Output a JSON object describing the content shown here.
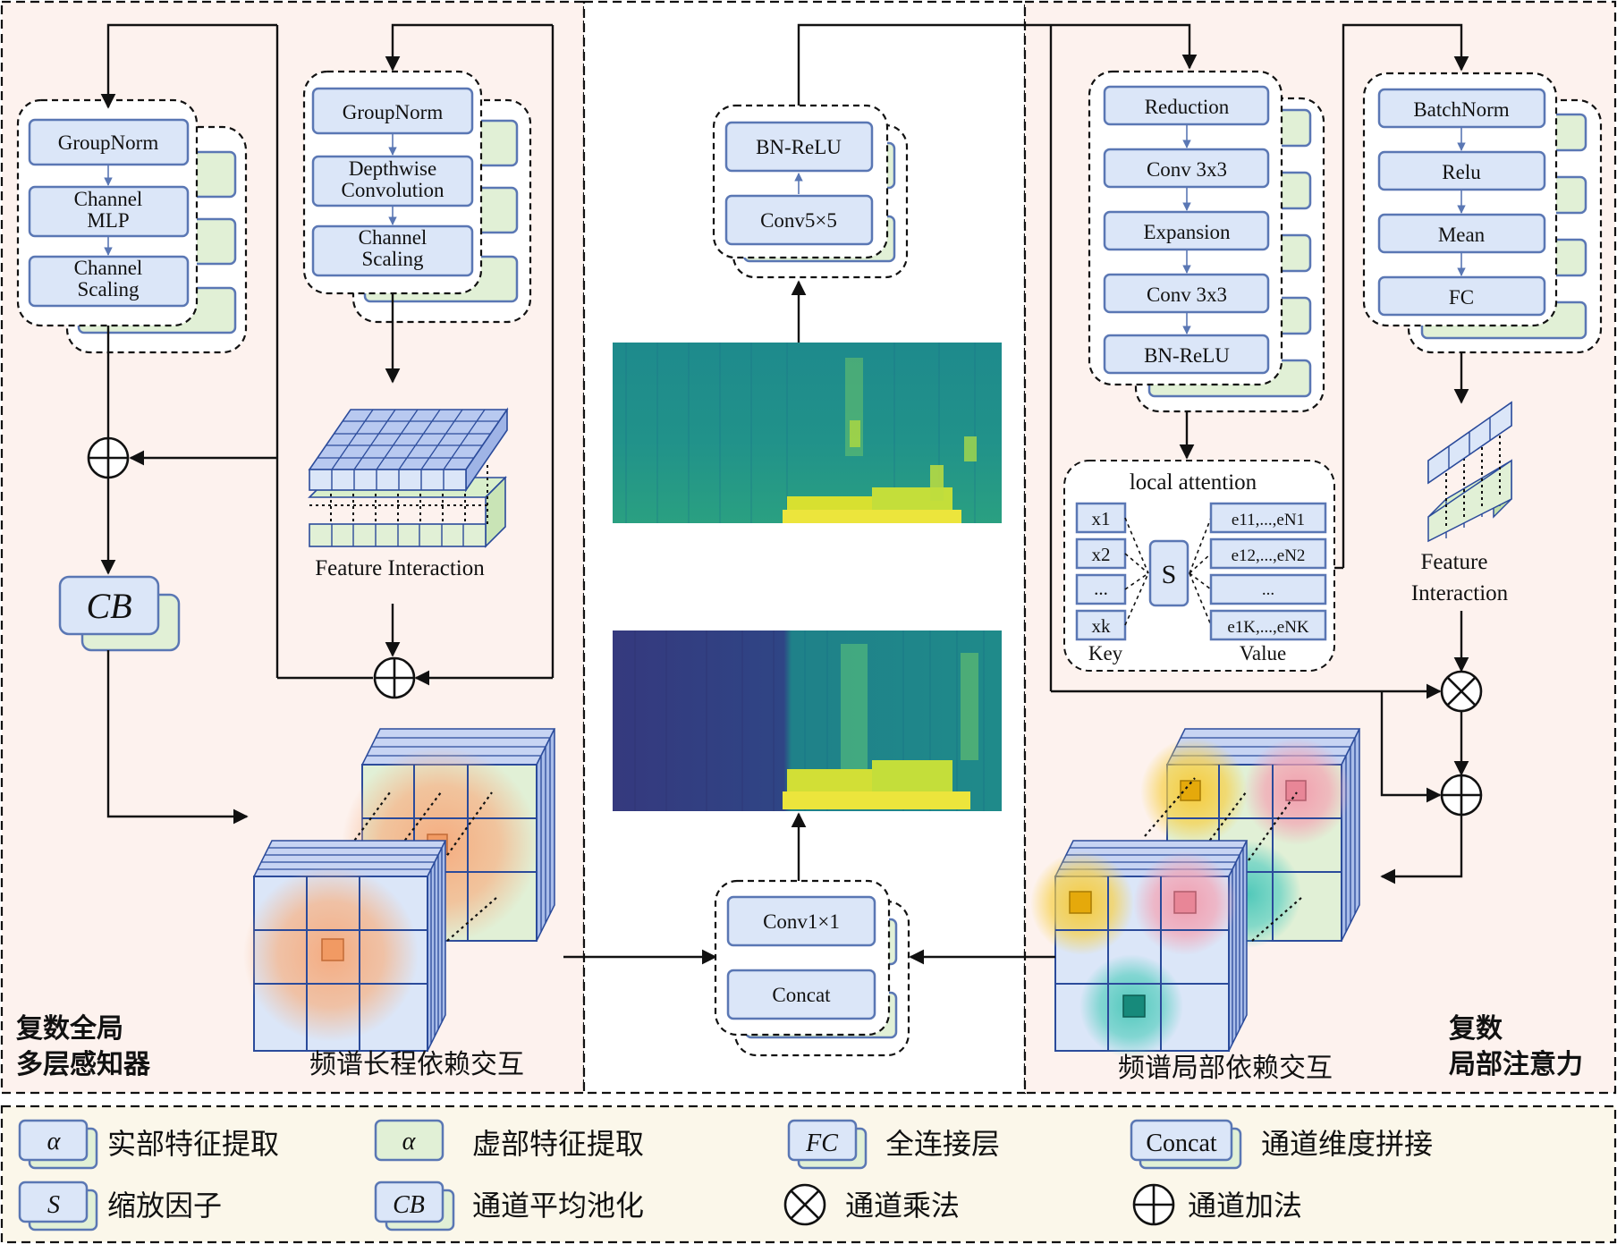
{
  "colors": {
    "real_block": "#dbe6f8",
    "imag_block": "#e1f0d6",
    "block_border": "#5a77b4",
    "panel_bg": "#fdf2ee",
    "legend_bg": "#fbf7ea",
    "orange_glow": "#f6b58a",
    "yellow_glow": "#f7d048",
    "pink_glow": "#f4a3b3",
    "teal_glow": "#5ccfc2"
  },
  "left_panel": {
    "title_line1": "复数全局",
    "title_line2": "多层感知器",
    "block_a": [
      "GroupNorm",
      "Channel",
      "MLP",
      "Channel",
      "Scaling"
    ],
    "block_b": [
      "GroupNorm",
      "Depthwise",
      "Convolution",
      "Channel",
      "Scaling"
    ],
    "feature_interaction": "Feature Interaction",
    "cb_label": "CB",
    "cube_caption": "频谱长程依赖交互"
  },
  "center_panel": {
    "bn_relu": "BN-ReLU",
    "conv5": "Conv5×5",
    "conv1": "Conv1×1",
    "concat": "Concat"
  },
  "right_panel": {
    "title_line1": "复数",
    "title_line2": "局部注意力",
    "block_c": [
      "Reduction",
      "Conv 3x3",
      "Expansion",
      "Conv 3x3",
      "BN-ReLU"
    ],
    "block_d": [
      "BatchNorm",
      "Relu",
      "Mean",
      "FC"
    ],
    "local_attention": "local attention",
    "keys": [
      "x1",
      "x2",
      "...",
      "xk"
    ],
    "values": [
      "e11,...,eN1",
      "e12,...,eN2",
      "...",
      "e1K,...,eNK"
    ],
    "key_label": "Key",
    "value_label": "Value",
    "s_label": "S",
    "feature_interaction_1": "Feature",
    "feature_interaction_2": "Interaction",
    "cube_caption": "频谱局部依赖交互"
  },
  "legend": {
    "alpha_symbol": "α",
    "real": "实部特征提取",
    "imag": "虚部特征提取",
    "fc_symbol": "FC",
    "fc": "全连接层",
    "concat_symbol": "Concat",
    "concat": "通道维度拼接",
    "s_symbol": "S",
    "s": "缩放因子",
    "cb_symbol": "CB",
    "cb": "通道平均池化",
    "mul": "通道乘法",
    "add": "通道加法"
  }
}
